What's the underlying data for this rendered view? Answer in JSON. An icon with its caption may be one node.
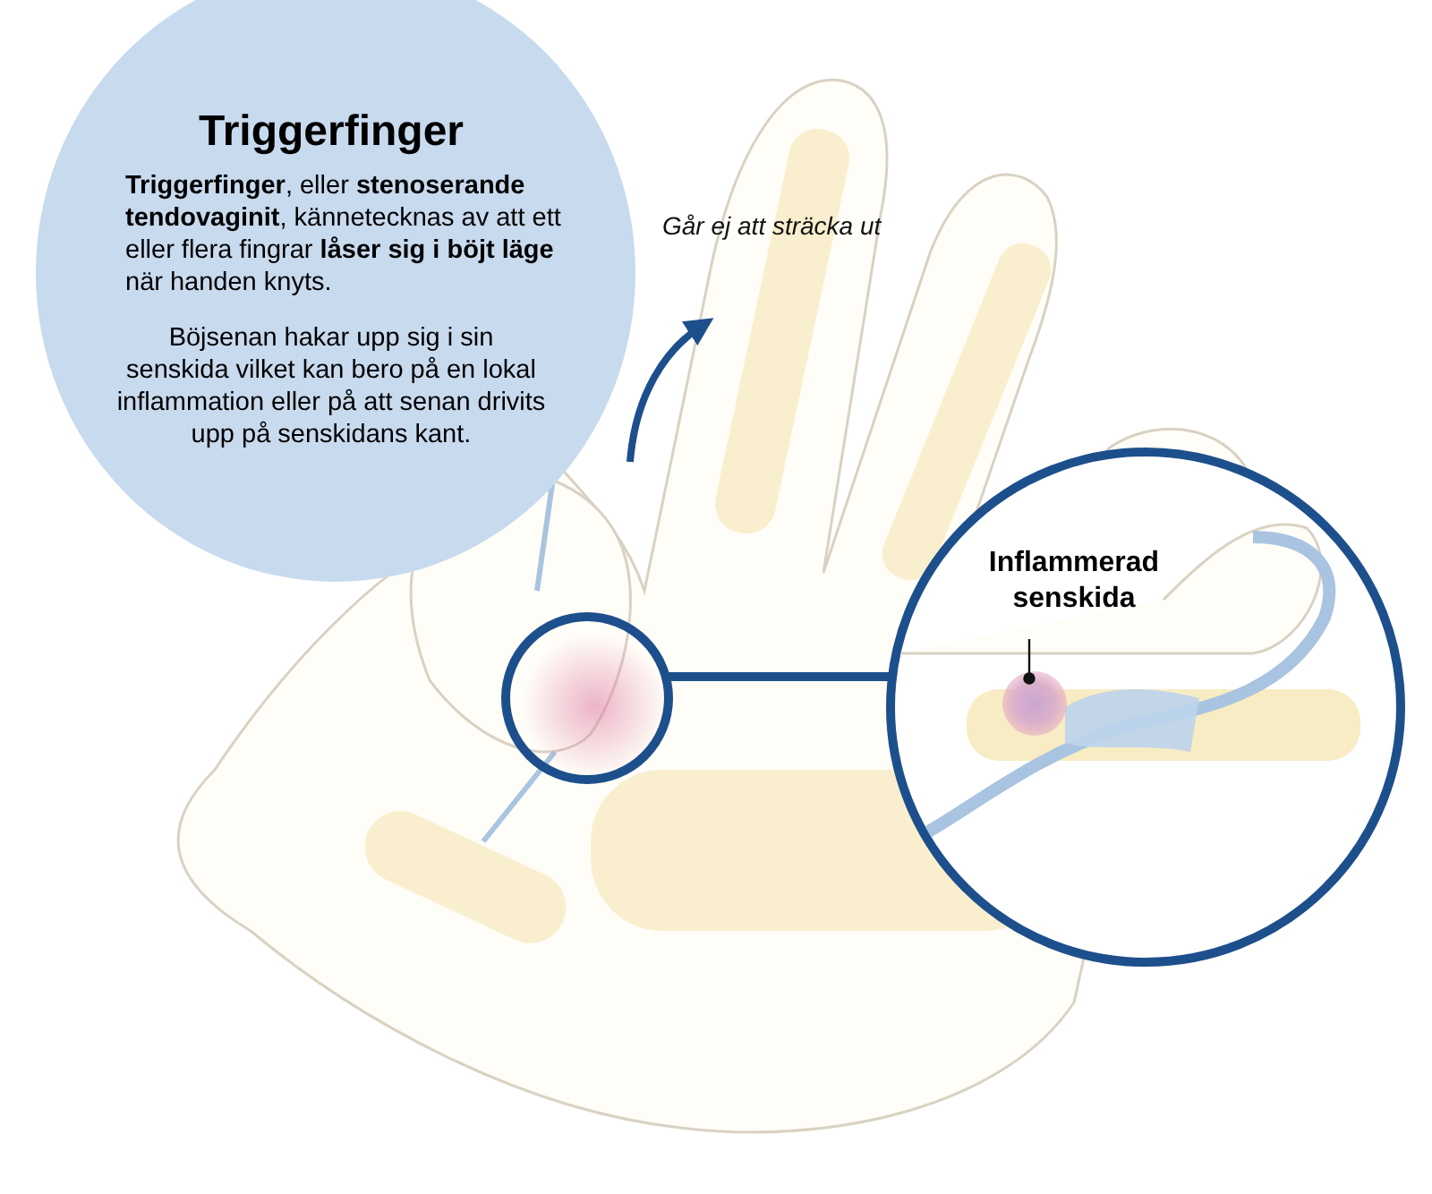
{
  "diagram": {
    "nodes": [
      {
        "text": [
          "Triggerfinger",
          "**Triggerfinger**, eller **stenoserande tendovaginit**, kännetecknas av att ett eller flera fingrar **låser sig i böjt läge** när handen knyts.",
          "Böjsenan hakar upp sig i sin senskida vilket kan bero på en lokal inflammation eller på att senan drivits upp på senskidans kant."
        ]
      },
      {
        "text": [],
        "shape": "circle"
      },
      {
        "text": [],
        "shape": "circle"
      },
      {
        "text": [
          "Inflammerad senskida"
        ],
        "in": 2
      },
      {
        "text": [],
        "shape": "circle",
        "in": 2
      }
    ],
    "edges": [
      {
        "from": 1,
        "to": 2,
        "arrow": "none",
        "style": "thick"
      },
      {
        "from": 3,
        "to": 4,
        "arrow": "other",
        "color": "#111111"
      }
    ],
    "labels": [
      "Går ej att sträcka ut"
    ]
  }
}
